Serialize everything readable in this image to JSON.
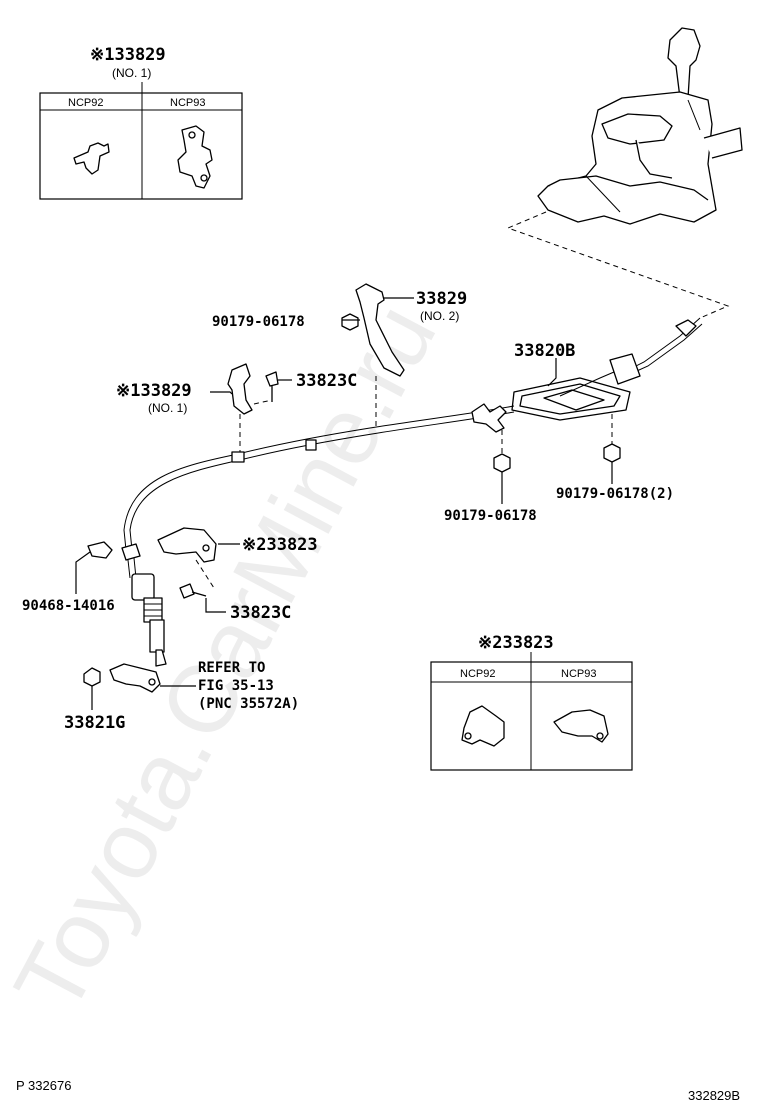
{
  "watermark": "Toyota.CarMine.ru",
  "inset_top": {
    "part_number": "※133829",
    "note": "(NO. 1)",
    "col_left": "NCP92",
    "col_right": "NCP93"
  },
  "inset_bottom": {
    "part_number": "※233823",
    "col_left": "NCP92",
    "col_right": "NCP93"
  },
  "callouts": {
    "p33829_no2": "33829",
    "p33829_no2_note": "(NO. 2)",
    "p90179_top": "90179-06178",
    "p33820b": "33820B",
    "p33829_no1": "※133829",
    "p33829_no1_note": "(NO. 1)",
    "p33823c_top": "33823C",
    "p90179_mid": "90179-06178",
    "p90179_right": "90179-06178(2)",
    "p33823": "※233823",
    "p90468": "90468-14016",
    "p33823c_bottom": "33823C",
    "refer_line1": "REFER TO",
    "refer_line2": "FIG 35-13",
    "refer_line3": "(PNC 35572A)",
    "p33821g": "33821G"
  },
  "footer": {
    "left": "P 332676",
    "right": "332829B"
  }
}
